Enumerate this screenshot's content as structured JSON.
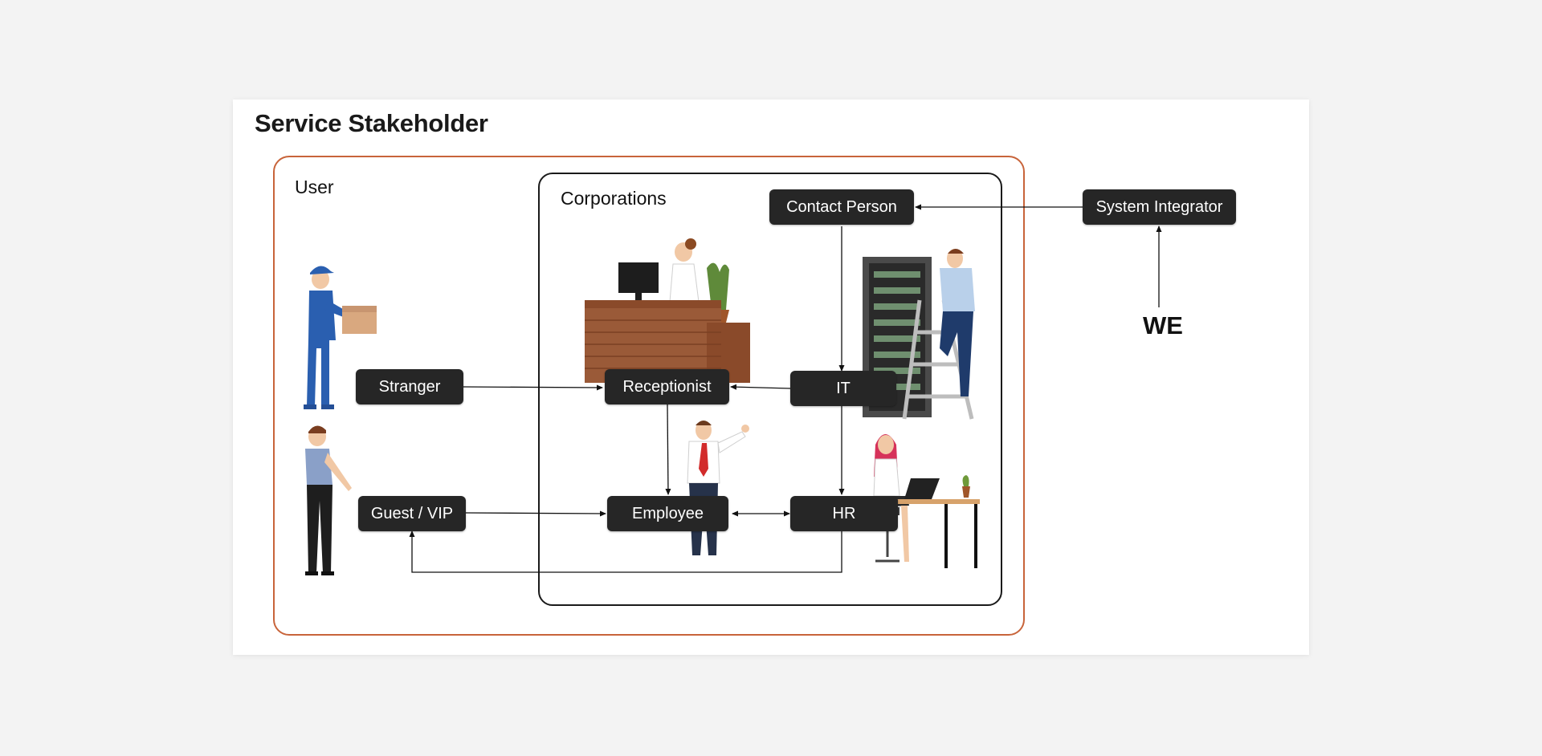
{
  "title": "Service Stakeholder",
  "groups": {
    "user": "User",
    "corporations": "Corporations"
  },
  "nodes": {
    "contact_person": "Contact Person",
    "system_integrator": "System Integrator",
    "stranger": "Stranger",
    "receptionist": "Receptionist",
    "it": "IT",
    "guest_vip": "Guest / VIP",
    "employee": "Employee",
    "hr": "HR"
  },
  "we_label": "WE",
  "colors": {
    "user_frame": "#c8643a",
    "corp_frame": "#1a1a1a",
    "node_fill": "#262626",
    "node_text": "#ffffff"
  },
  "illustrations": [
    "delivery-person-icon",
    "guest-man-icon",
    "receptionist-desk-icon",
    "it-technician-server-icon",
    "employee-waving-icon",
    "hr-woman-laptop-icon"
  ]
}
